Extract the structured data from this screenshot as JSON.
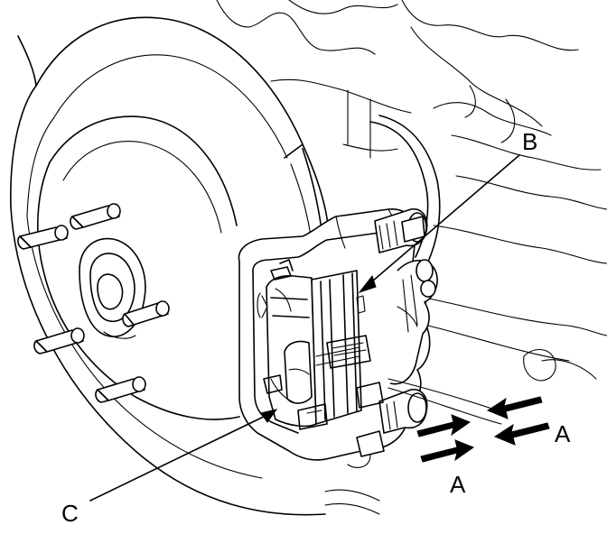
{
  "labels": {
    "a_upper": "A",
    "a_lower": "A",
    "b": "B",
    "c": "C"
  },
  "colors": {
    "line": "#000000",
    "background": "#ffffff"
  }
}
